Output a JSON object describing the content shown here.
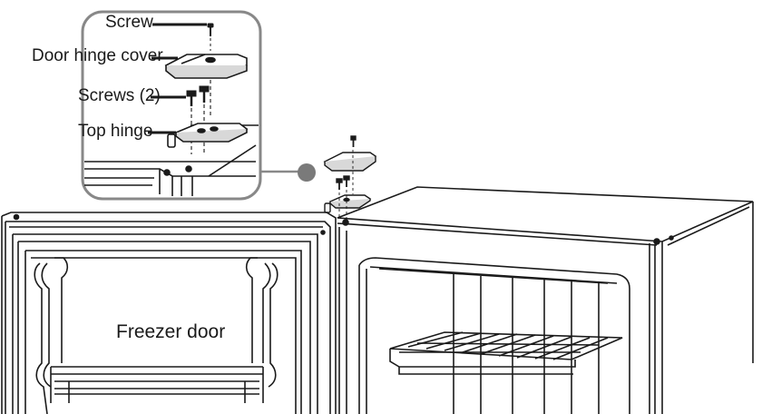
{
  "labels": {
    "screw": "Screw",
    "door_hinge_cover": "Door hinge cover",
    "screws_2": "Screws (2)",
    "top_hinge": "Top hinge",
    "freezer_door": "Freezer door"
  },
  "colors": {
    "line": "#1a1a1a",
    "callout_border": "#888888",
    "callout_dot": "#7a7a7a",
    "shading": "#d8d8d8"
  }
}
